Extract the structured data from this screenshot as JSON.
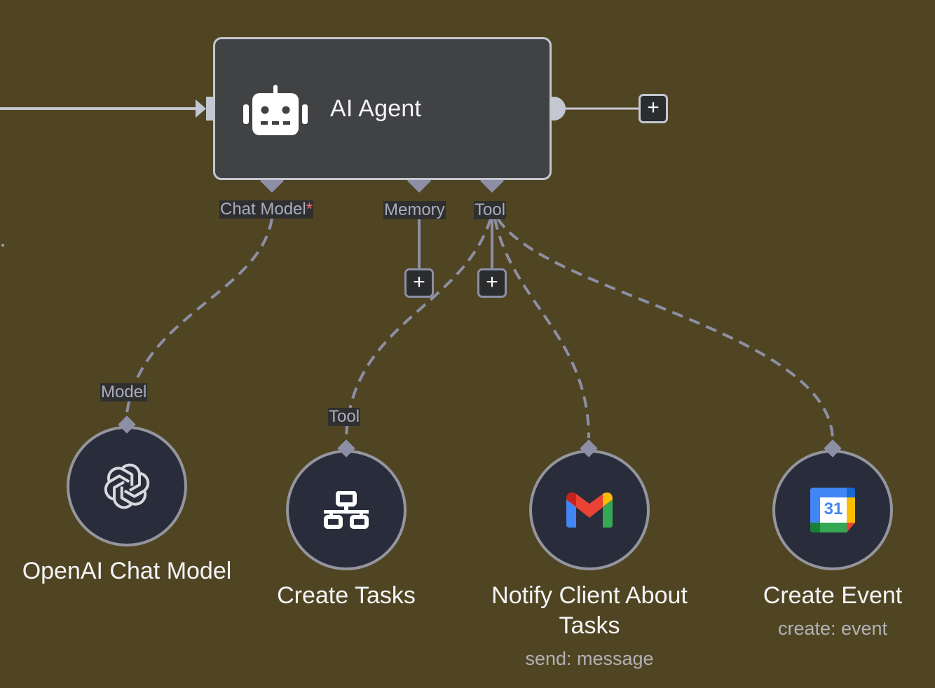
{
  "canvas": {
    "background": "#504522"
  },
  "agent": {
    "title": "AI Agent",
    "icon": "robot-icon",
    "ports": {
      "chat_model": {
        "label": "Chat Model",
        "required_mark": "*"
      },
      "memory": {
        "label": "Memory"
      },
      "tool": {
        "label": "Tool"
      }
    },
    "add_next_label": "+",
    "add_memory_label": "+",
    "add_tool_label": "+"
  },
  "sub_nodes": [
    {
      "id": "openai",
      "title": "OpenAI Chat Model",
      "subtitle": "",
      "input_label": "Model",
      "icon": "openai-icon"
    },
    {
      "id": "create-tasks",
      "title": "Create Tasks",
      "subtitle": "",
      "input_label": "Tool",
      "icon": "network-icon"
    },
    {
      "id": "notify-client",
      "title_lines": [
        "Notify Client About",
        "Tasks"
      ],
      "subtitle": "send: message",
      "icon": "gmail-icon"
    },
    {
      "id": "create-event",
      "title": "Create Event",
      "subtitle": "create: event",
      "icon": "google-calendar-icon",
      "calendar_day": "31"
    }
  ],
  "colors": {
    "connector": "#c4c7d2",
    "sub_connector": "#8d8fa6",
    "required": "#ff6b6b"
  }
}
